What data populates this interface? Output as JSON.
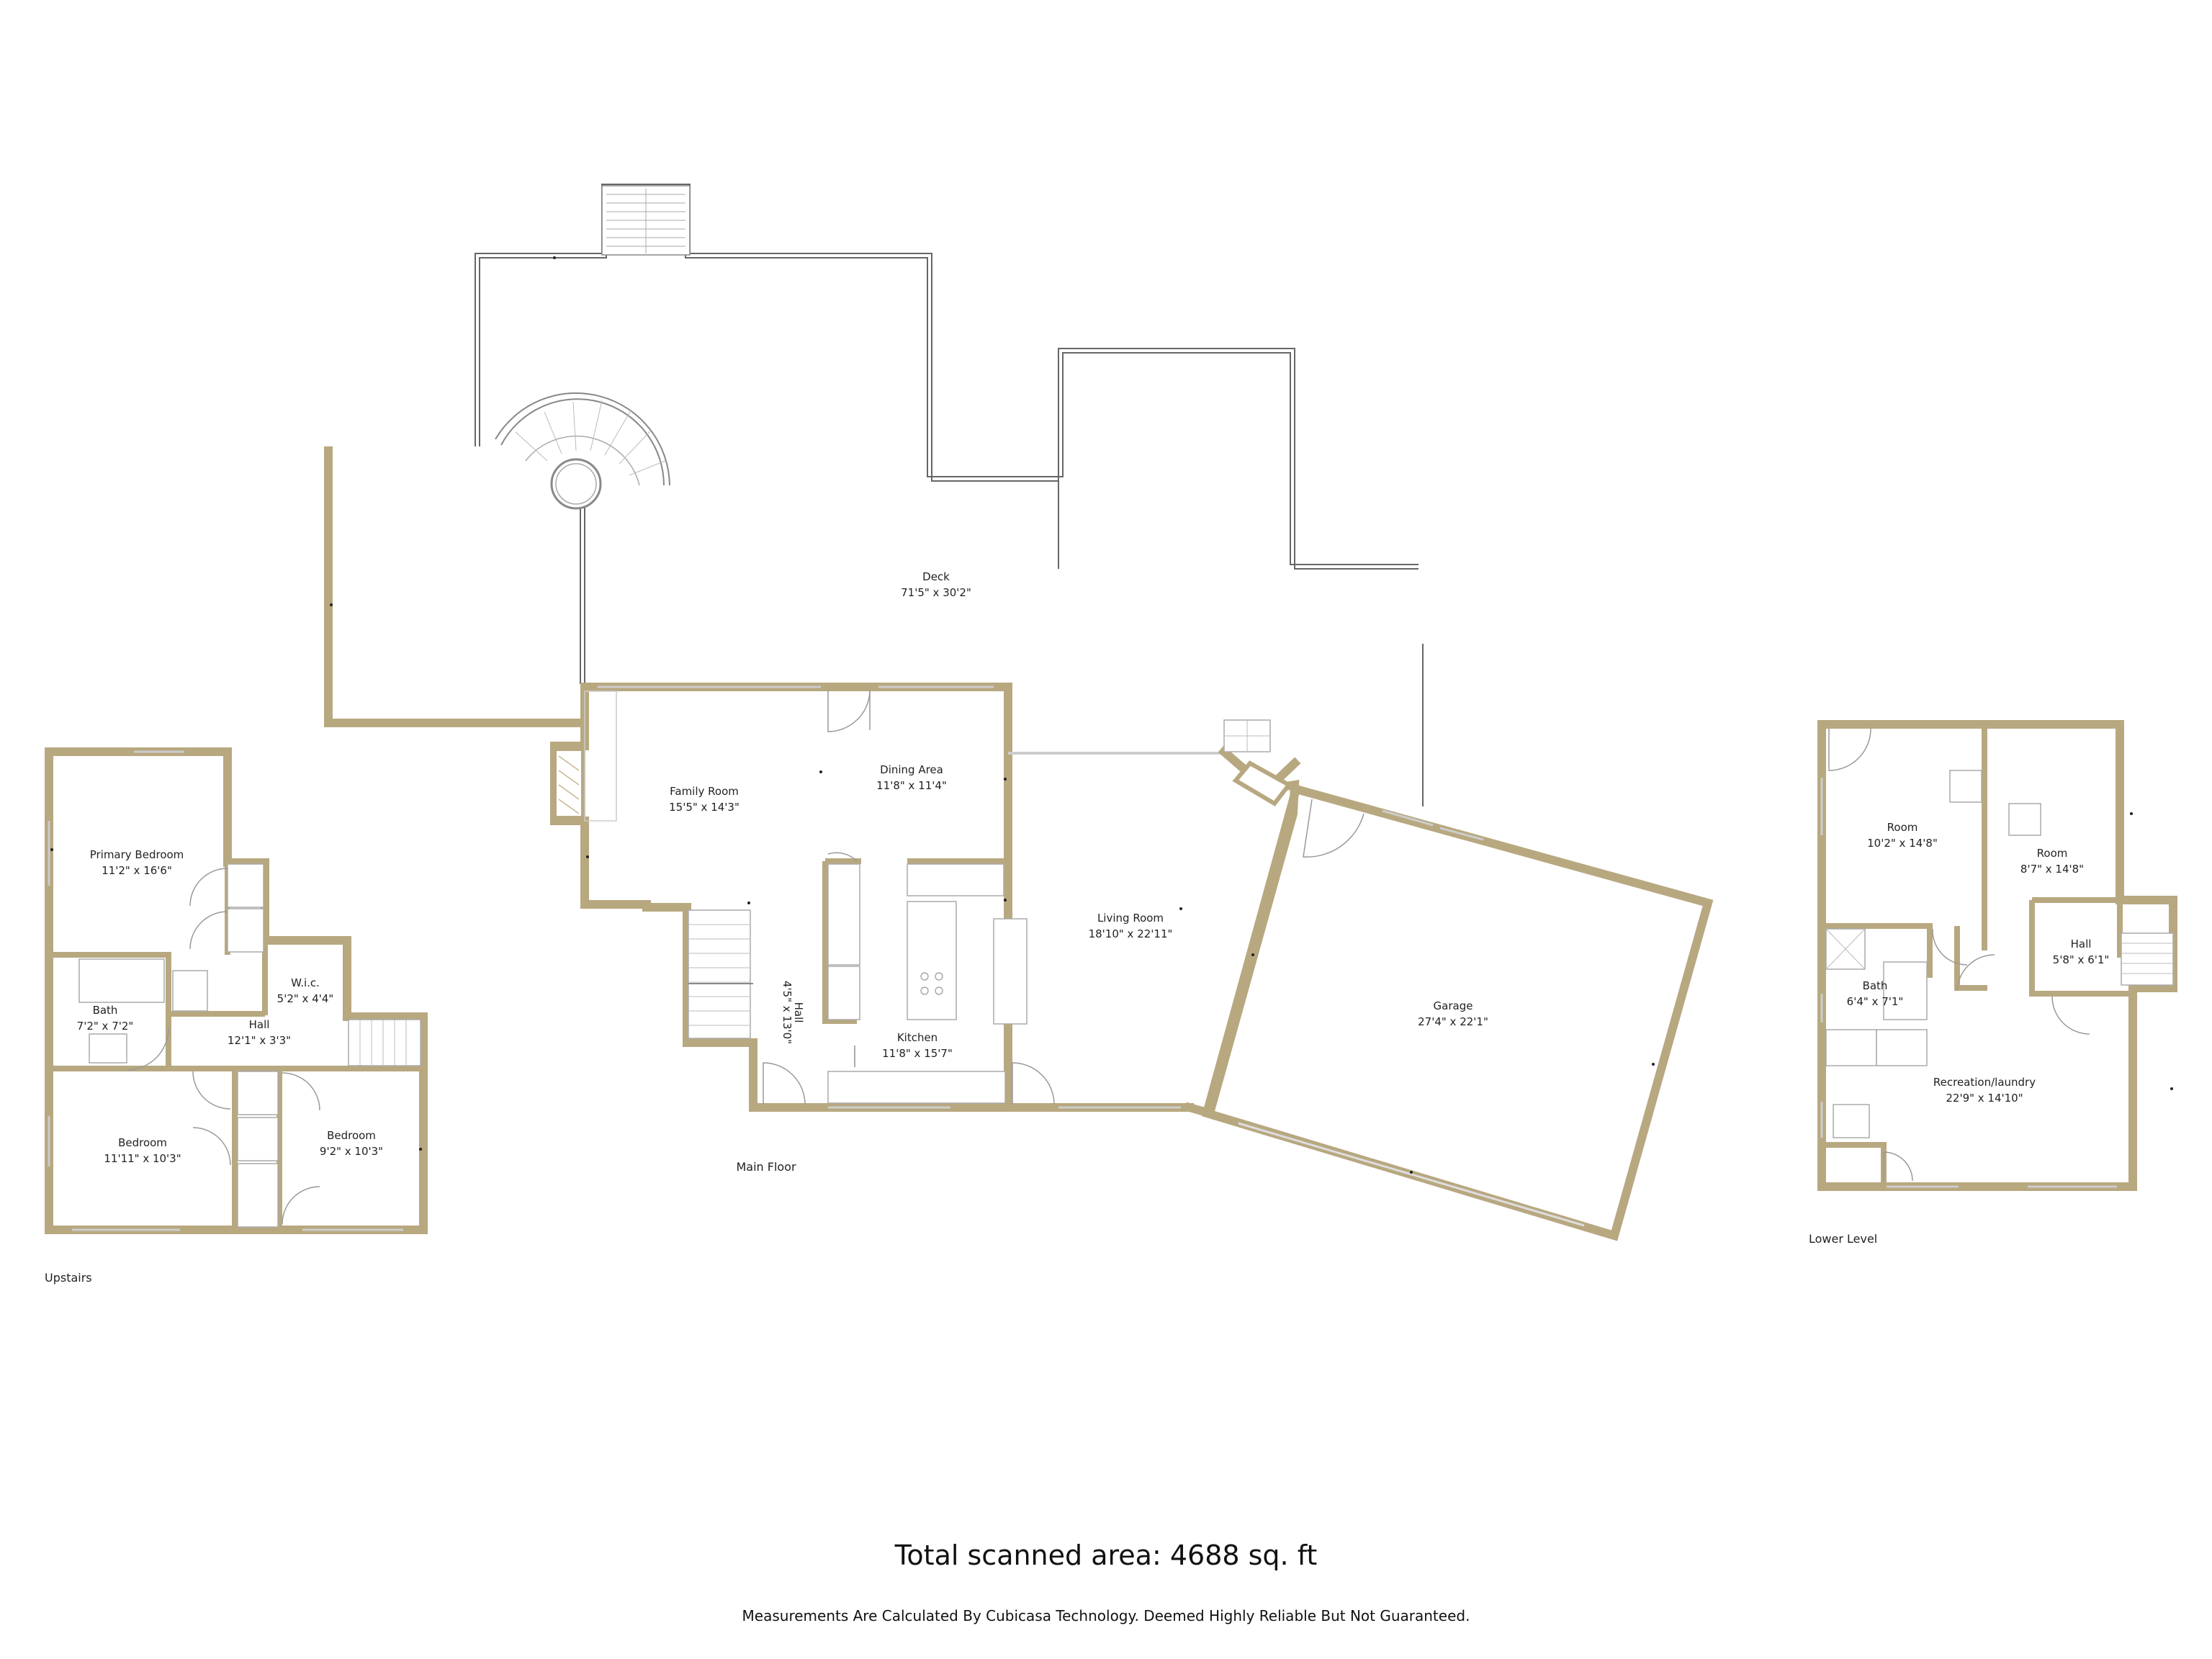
{
  "colors": {
    "wall": "#b8a880",
    "thin_wall": "#666666",
    "text": "#222222"
  },
  "floors": {
    "upstairs": {
      "label": "Upstairs",
      "rooms": {
        "primary_bedroom": {
          "name": "Primary Bedroom",
          "dim": "11'2\" x 16'6\""
        },
        "bath": {
          "name": "Bath",
          "dim": "7'2\" x 7'2\""
        },
        "wic": {
          "name": "W.i.c.",
          "dim": "5'2\" x 4'4\""
        },
        "hall": {
          "name": "Hall",
          "dim": "12'1\" x 3'3\""
        },
        "bedroom_a": {
          "name": "Bedroom",
          "dim": "11'11\" x 10'3\""
        },
        "bedroom_b": {
          "name": "Bedroom",
          "dim": "9'2\" x 10'3\""
        }
      }
    },
    "main": {
      "label": "Main Floor",
      "rooms": {
        "deck": {
          "name": "Deck",
          "dim": "71'5\" x 30'2\""
        },
        "family_room": {
          "name": "Family Room",
          "dim": "15'5\" x 14'3\""
        },
        "dining_area": {
          "name": "Dining Area",
          "dim": "11'8\" x 11'4\""
        },
        "living_room": {
          "name": "Living Room",
          "dim": "18'10\" x 22'11\""
        },
        "kitchen": {
          "name": "Kitchen",
          "dim": "11'8\" x 15'7\""
        },
        "hall": {
          "name": "Hall",
          "dim": "4'5\" x 13'0\""
        },
        "garage": {
          "name": "Garage",
          "dim": "27'4\" x 22'1\""
        }
      }
    },
    "lower": {
      "label": "Lower Level",
      "rooms": {
        "room_a": {
          "name": "Room",
          "dim": "10'2\" x 14'8\""
        },
        "room_b": {
          "name": "Room",
          "dim": "8'7\" x 14'8\""
        },
        "hall": {
          "name": "Hall",
          "dim": "5'8\" x 6'1\""
        },
        "bath": {
          "name": "Bath",
          "dim": "6'4\" x 7'1\""
        },
        "recreation": {
          "name": "Recreation/laundry",
          "dim": "22'9\" x 14'10\""
        }
      }
    }
  },
  "total_area": "Total scanned area: 4688 sq. ft",
  "disclaimer": "Measurements Are Calculated By Cubicasa Technology. Deemed Highly Reliable But Not Guaranteed."
}
